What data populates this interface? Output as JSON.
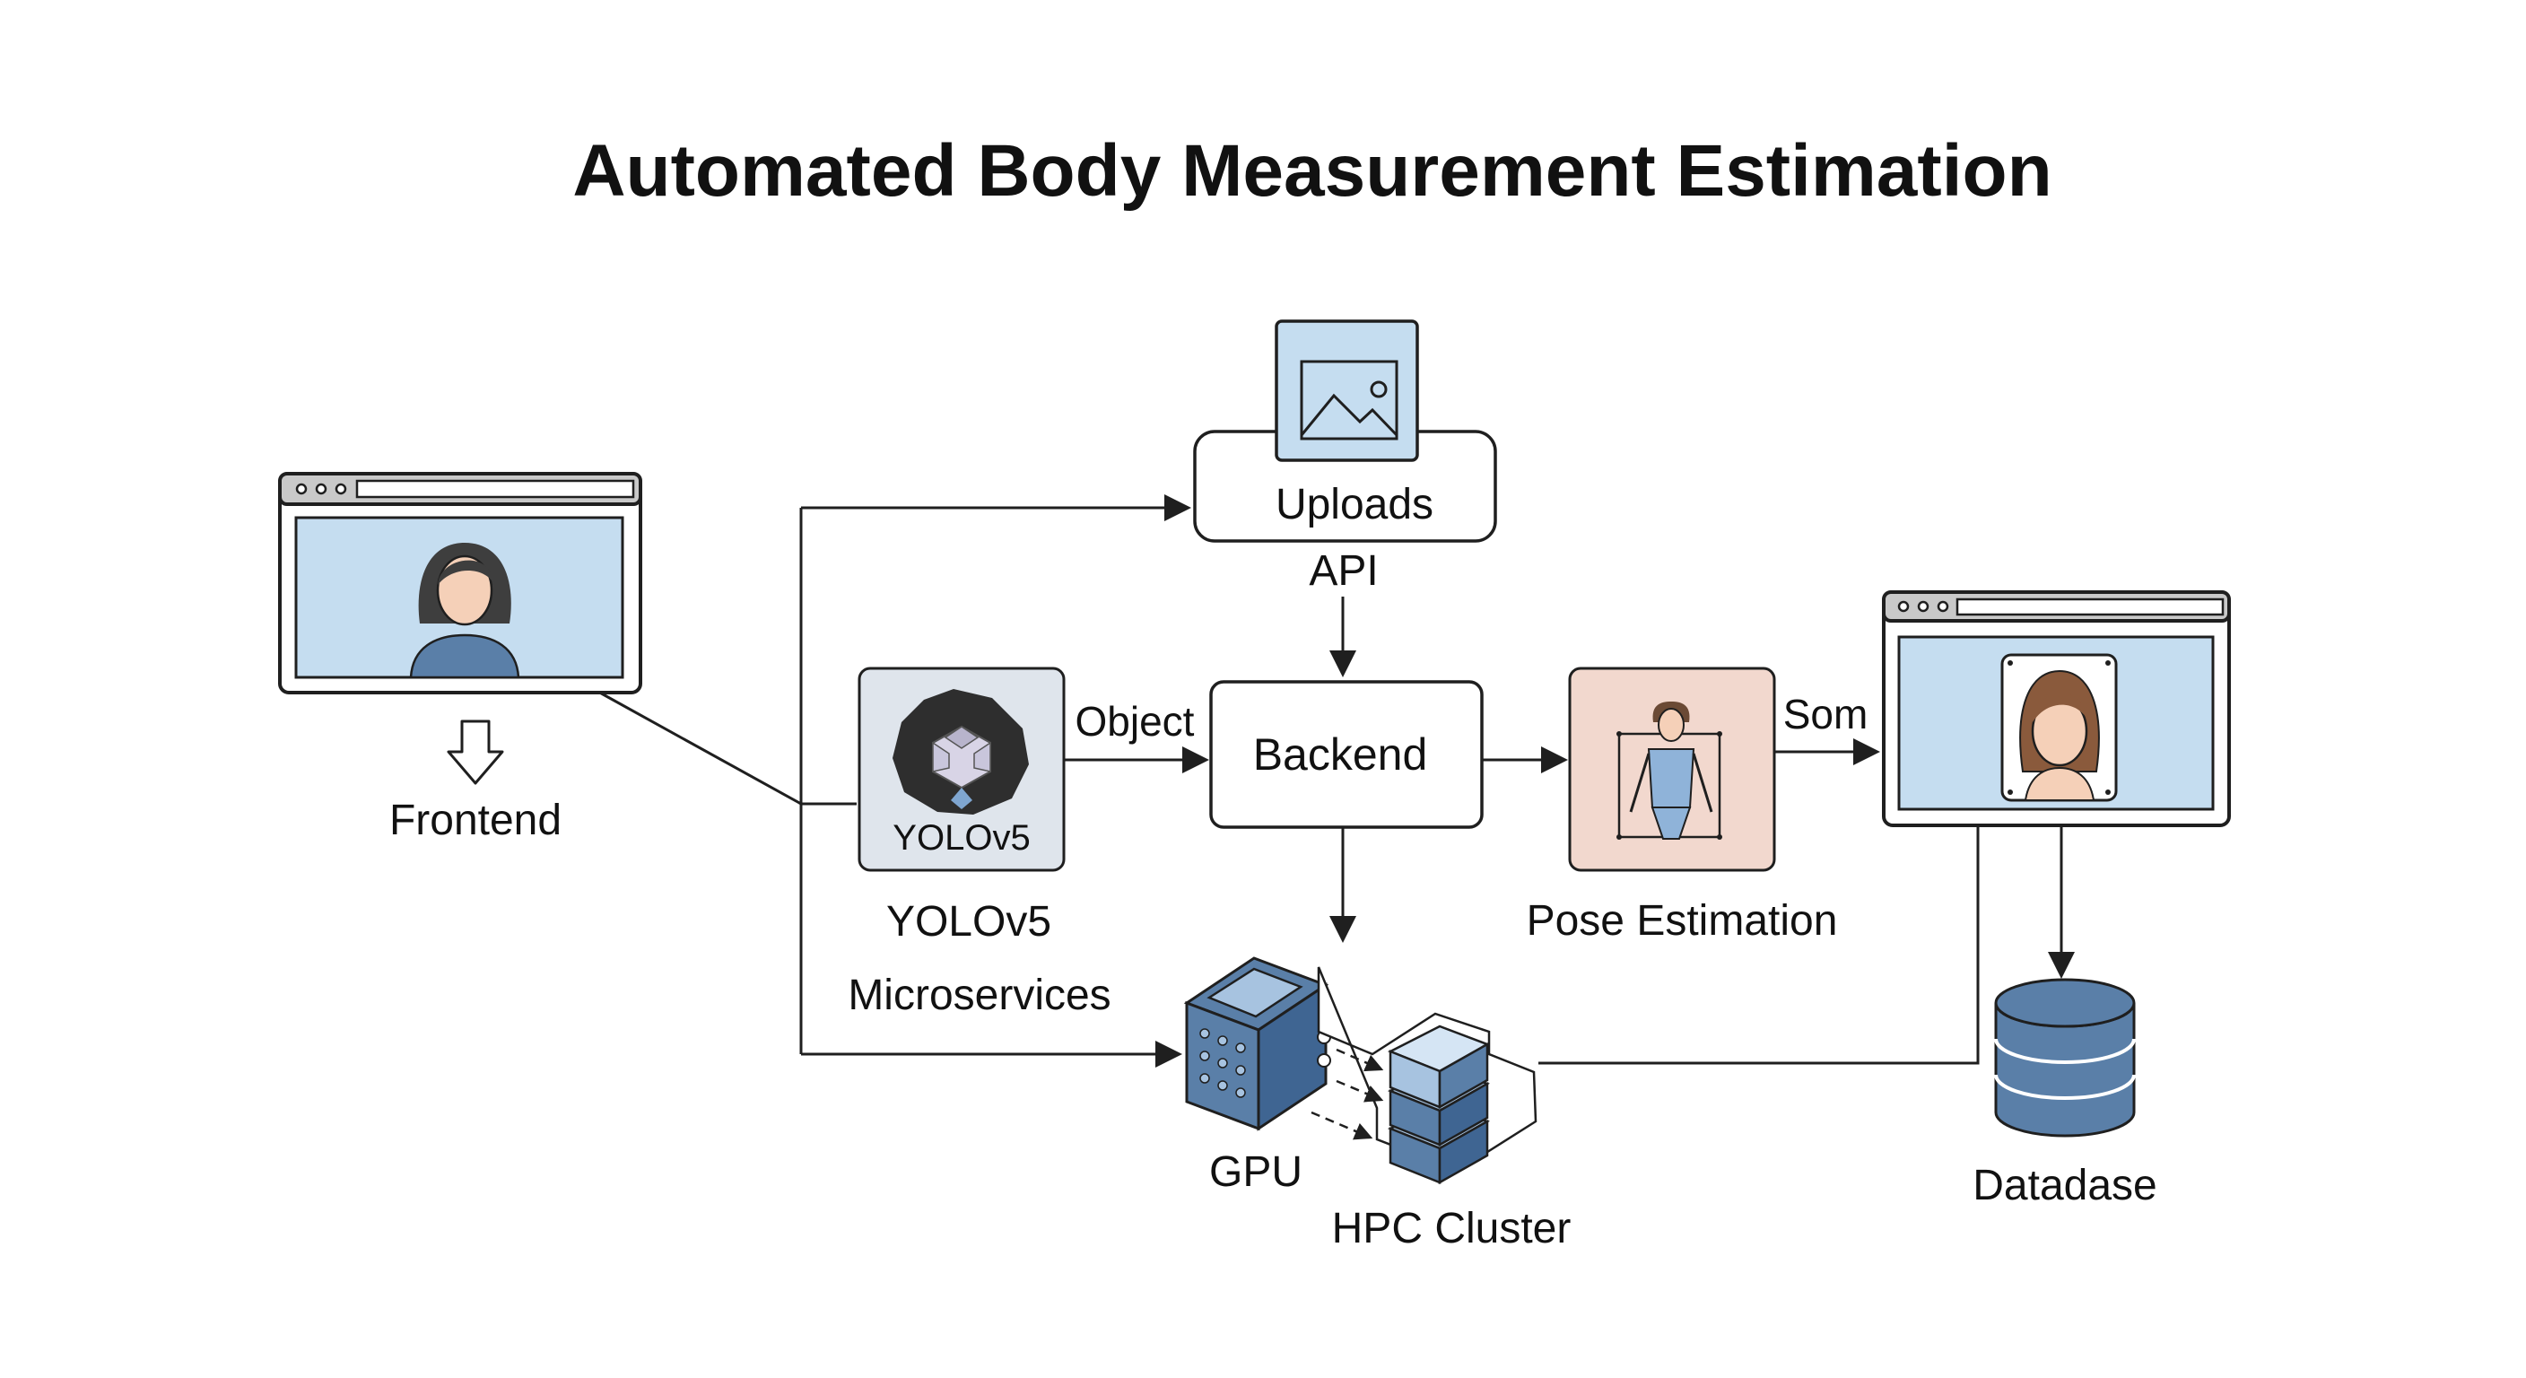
{
  "title": "Automated Body Measurement Estimation",
  "labels": {
    "frontend": "Frontend",
    "uploads": "Uploads",
    "api": "API",
    "object": "Object",
    "backend": "Backend",
    "yolo_badge": "YOLOv5",
    "yolo_caption": "YOLOv5",
    "microservices": "Microservices",
    "pose_estimation": "Pose Estimation",
    "som": "Som",
    "gpu": "GPU",
    "hpc_cluster": "HPC Cluster",
    "database": "Datadase"
  },
  "icons": {
    "frontend_window": "browser-window-person-icon",
    "uploads": "image-icon",
    "yolo": "yolo-logo-icon",
    "pose": "pose-figure-icon",
    "output_window": "browser-window-avatar-icon",
    "gpu": "gpu-cube-icon",
    "hpc": "server-stack-icon",
    "database": "database-icon",
    "down_arrow": "down-arrow-icon"
  },
  "colors": {
    "light_blue": "#c5ddf0",
    "steel_blue": "#5a7fa8",
    "yolo_bg": "#dfe5ec",
    "pose_bg": "#f2d8ce",
    "stroke": "#1f1f1f"
  }
}
